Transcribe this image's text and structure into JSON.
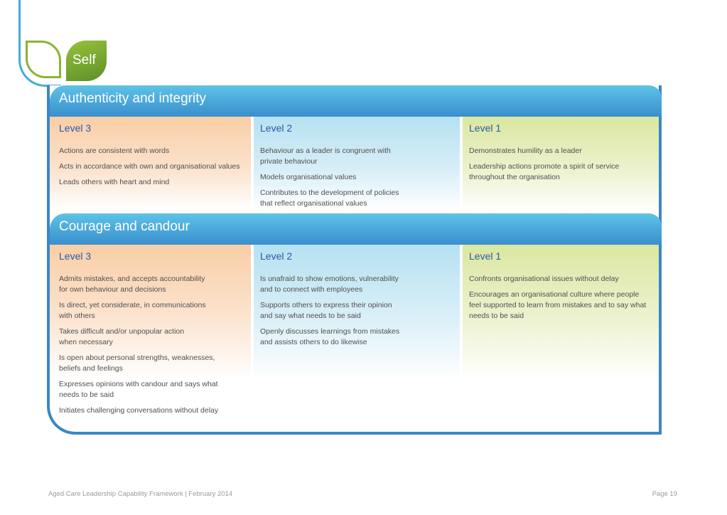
{
  "logo": {
    "label": "Self"
  },
  "sections": [
    {
      "title": "Authenticity and integrity",
      "columns": [
        {
          "level": "Level 3",
          "items": [
            "Actions are consistent with words",
            "Acts in accordance with own and organisational values",
            "Leads others with heart and mind"
          ]
        },
        {
          "level": "Level 2",
          "items": [
            "Behaviour as a leader is congruent with private behaviour",
            "Models organisational values",
            "Contributes to the development of policies that reflect organisational values"
          ]
        },
        {
          "level": "Level 1",
          "items": [
            "Demonstrates humility as a leader",
            "Leadership actions promote a spirit of service throughout the organisation"
          ]
        }
      ]
    },
    {
      "title": "Courage and candour",
      "columns": [
        {
          "level": "Level 3",
          "items": [
            "Admits mistakes, and accepts accountability for own behaviour and decisions",
            "Is direct, yet considerate, in communications with others",
            "Takes difficult and/or unpopular action when necessary",
            "Is open about personal strengths, weaknesses, beliefs and feelings",
            "Expresses opinions with candour and says what needs to be said",
            "Initiates challenging conversations without delay"
          ]
        },
        {
          "level": "Level 2",
          "items": [
            "Is unafraid to show emotions, vulnerability and to connect with employees",
            "Supports others to express their opinion and say what needs to be said",
            "Openly discusses learnings from mistakes and assists others to do likewise"
          ]
        },
        {
          "level": "Level 1",
          "items": [
            "Confronts organisational issues without delay",
            "Encourages an organisational culture where people feel supported to learn from mistakes and to say what needs to be said"
          ]
        }
      ]
    }
  ],
  "footer": {
    "left": "Aged Care Leadership Capability Framework  |  February 2014",
    "right": "Page 19"
  }
}
